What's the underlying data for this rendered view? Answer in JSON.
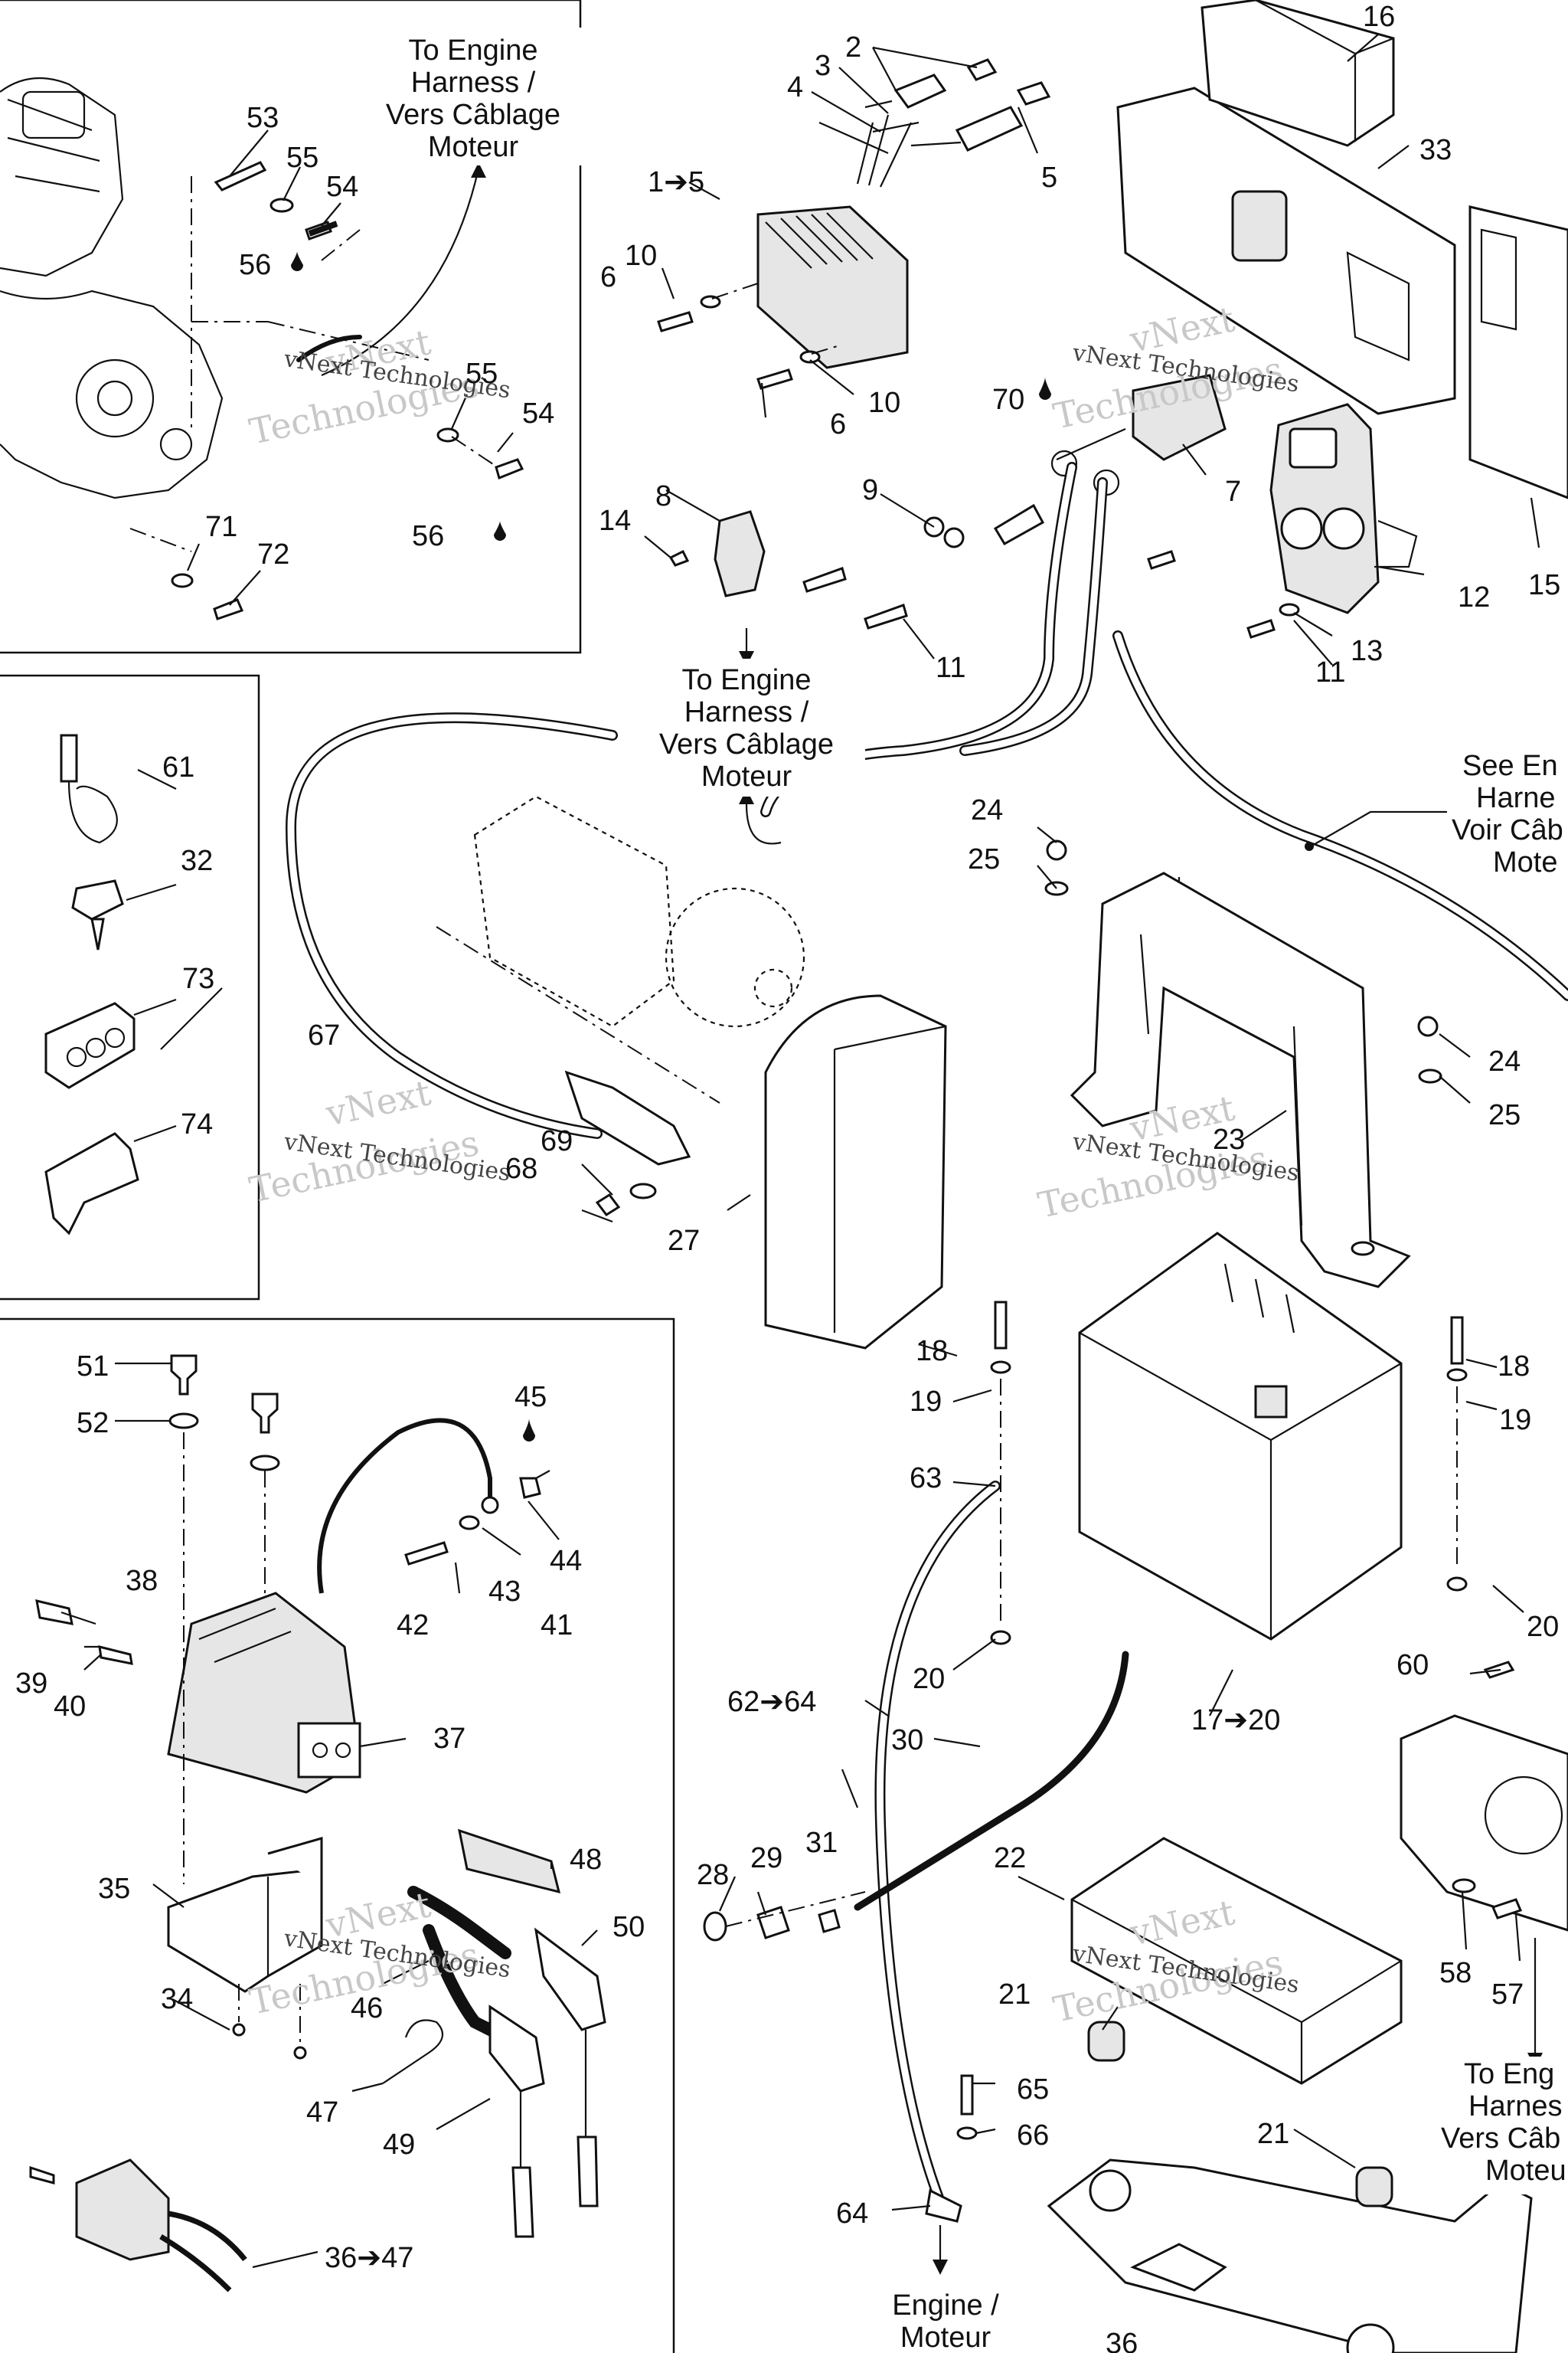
{
  "notes": {
    "to_engine_harness_top": [
      "To Engine",
      "Harness /",
      "Vers Câblage",
      "Moteur"
    ],
    "to_engine_harness_mid": [
      "To Engine",
      "Harness /",
      "Vers Câblage",
      "Moteur"
    ],
    "see_engine_harness": [
      "See En",
      "Harne",
      "Voir Câb",
      "Mote"
    ],
    "to_engine_harness_right": [
      "To Eng",
      "Harnes",
      "Vers Câb",
      "Moteu"
    ],
    "engine_moteur": [
      "Engine /",
      "Moteur"
    ]
  },
  "watermark": {
    "line1": "vNext",
    "line2": "Technologies",
    "small": "vNext Technologies"
  },
  "part_labels": [
    "1➔5",
    "2",
    "3",
    "4",
    "5",
    "6",
    "6",
    "7",
    "8",
    "9",
    "10",
    "10",
    "11",
    "11",
    "12",
    "13",
    "14",
    "15",
    "16",
    "17➔20",
    "18",
    "18",
    "19",
    "19",
    "20",
    "20",
    "20",
    "21",
    "21",
    "22",
    "23",
    "24",
    "24",
    "25",
    "25",
    "27",
    "28",
    "29",
    "30",
    "31",
    "32",
    "33",
    "34",
    "35",
    "36➔47",
    "37",
    "38",
    "39",
    "40",
    "41",
    "42",
    "43",
    "44",
    "45",
    "46",
    "47",
    "48",
    "49",
    "50",
    "51",
    "52",
    "53",
    "54",
    "54",
    "55",
    "55",
    "56",
    "56",
    "57",
    "58",
    "60",
    "61",
    "62➔64",
    "63",
    "64",
    "65",
    "66",
    "67",
    "68",
    "69",
    "70",
    "71",
    "72",
    "73",
    "74",
    "36"
  ]
}
